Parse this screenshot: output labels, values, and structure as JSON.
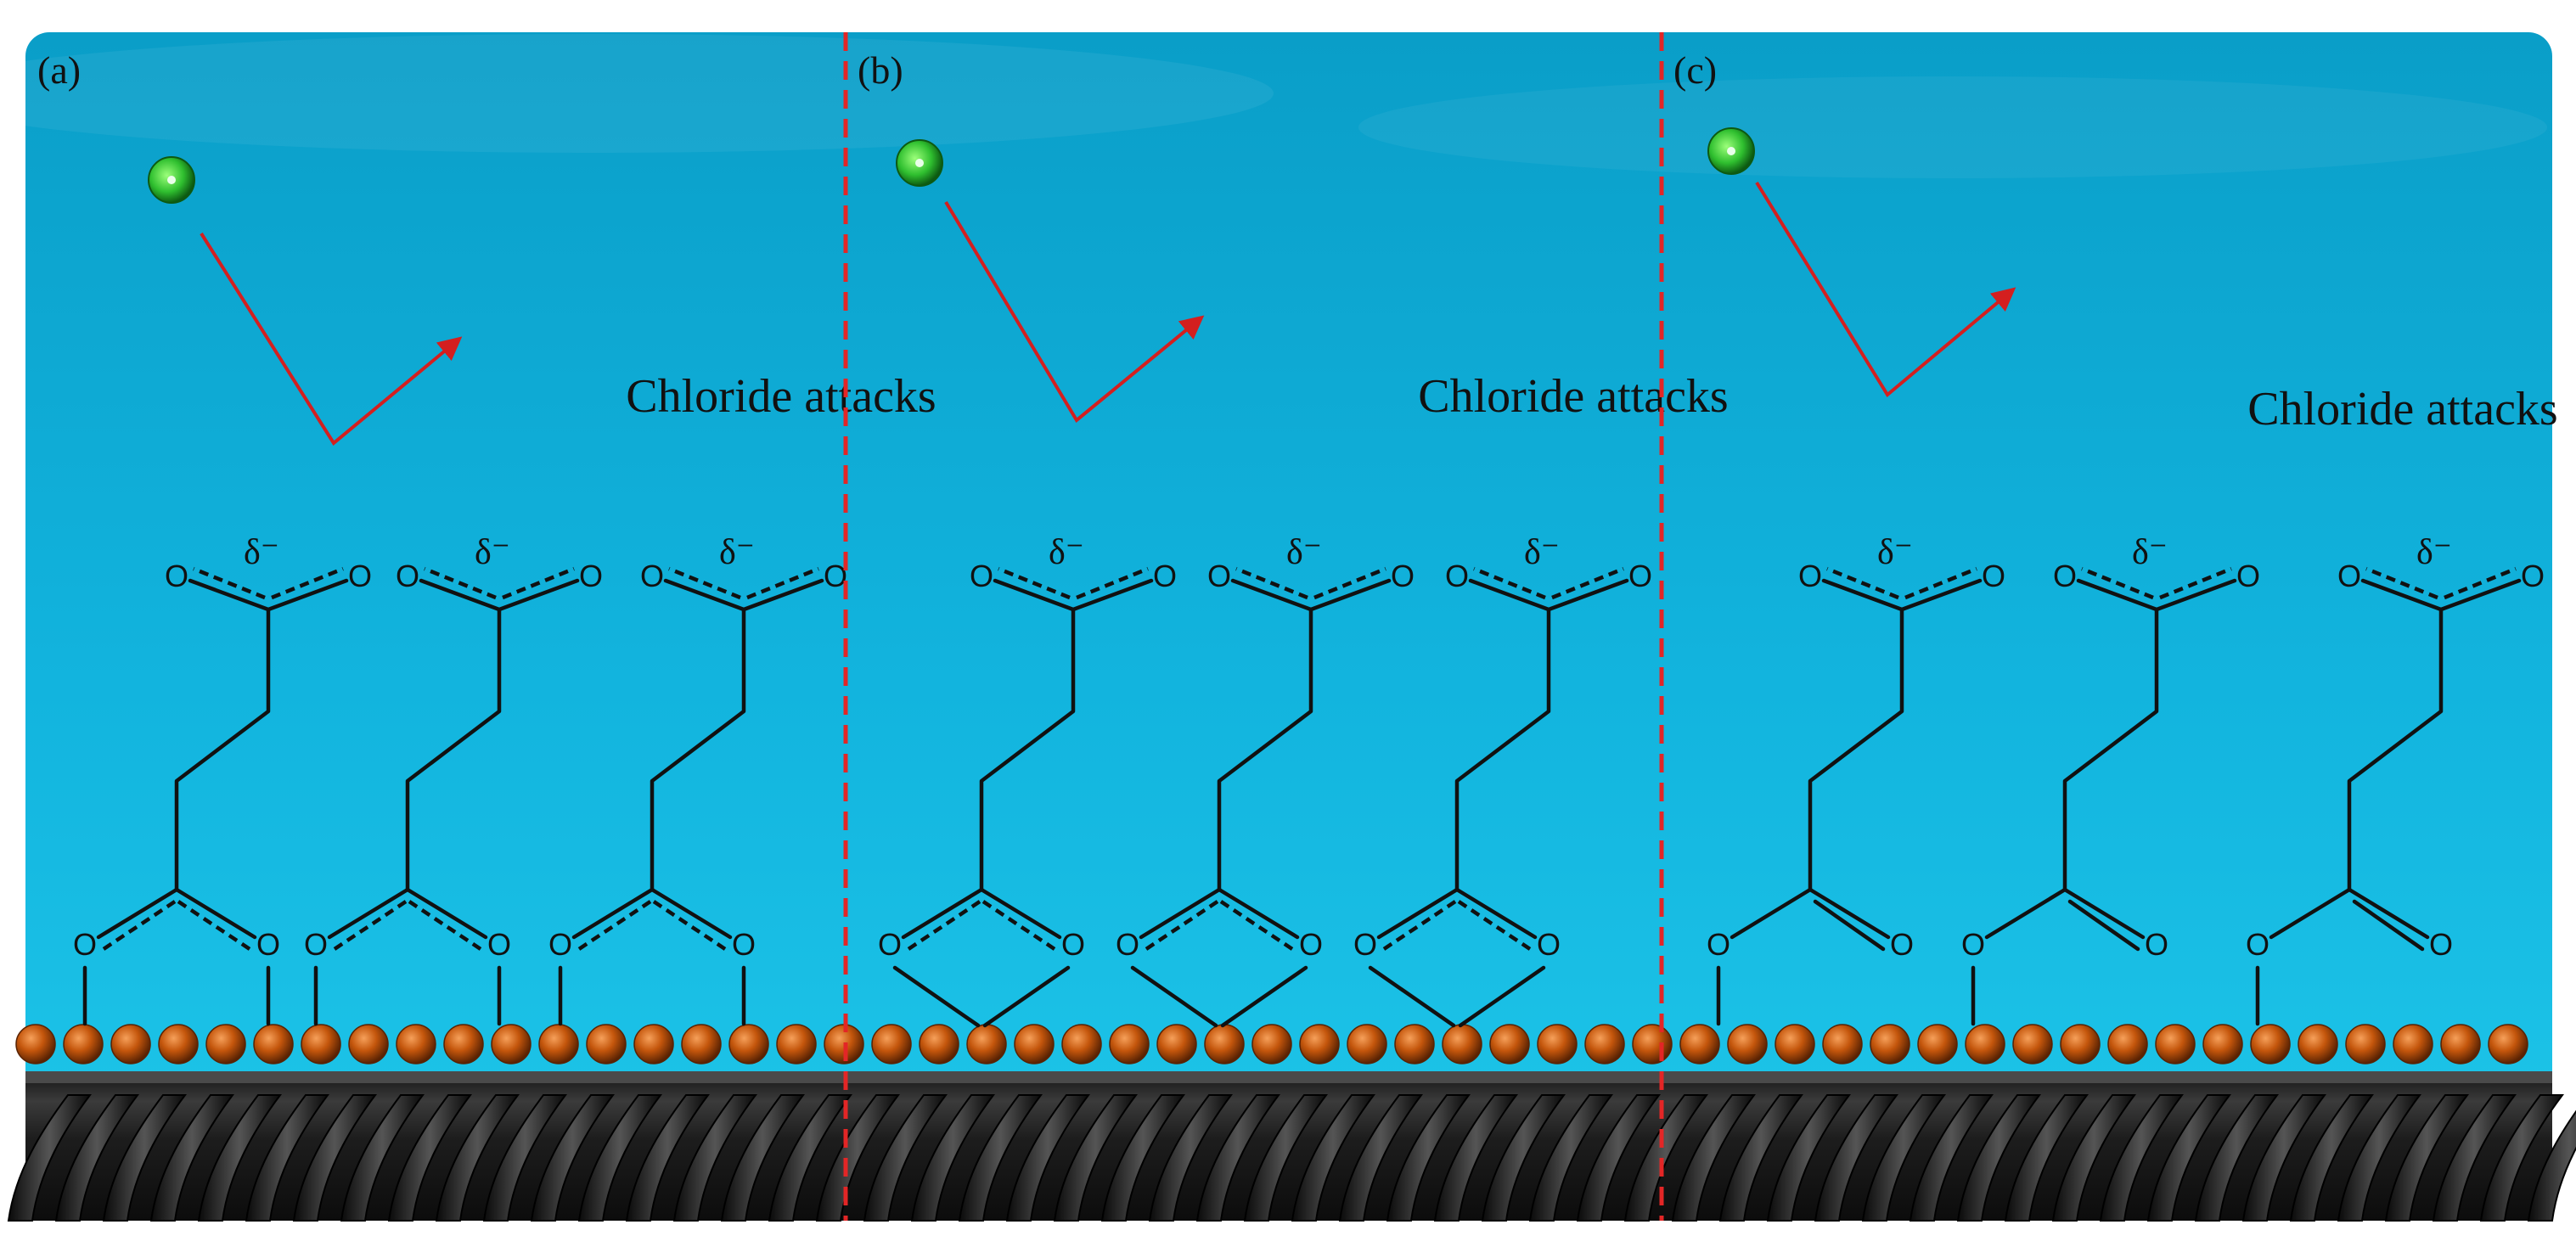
{
  "colors": {
    "water_top": "#0a9ec8",
    "water_bottom": "#1fc7ea",
    "separator": "#e32626",
    "arrow": "#d41f1f",
    "chloride": "#2fbf2f",
    "metal_atom": "#c4560c",
    "rebar": "#2a2a2a",
    "text": "#111111"
  },
  "panels": [
    {
      "letter": "(a)",
      "caption": "Chloride attacks",
      "binding": "bidentate-bridging",
      "labels": {
        "oxygen": "O",
        "delta": "δ⁻"
      }
    },
    {
      "letter": "(b)",
      "caption": "Chloride attacks",
      "binding": "bidentate-chelating",
      "labels": {
        "oxygen": "O",
        "delta": "δ⁻"
      }
    },
    {
      "letter": "(c)",
      "caption": "Chloride attacks",
      "binding": "monodentate",
      "labels": {
        "oxygen": "O",
        "delta": "δ⁻"
      }
    }
  ],
  "molecules_per_panel": 3,
  "icons": {
    "ion": "chloride-ion-icon",
    "arrow": "bounce-arrow-icon",
    "surface": "metal-atom-layer",
    "rebar": "steel-rebar-icon"
  }
}
